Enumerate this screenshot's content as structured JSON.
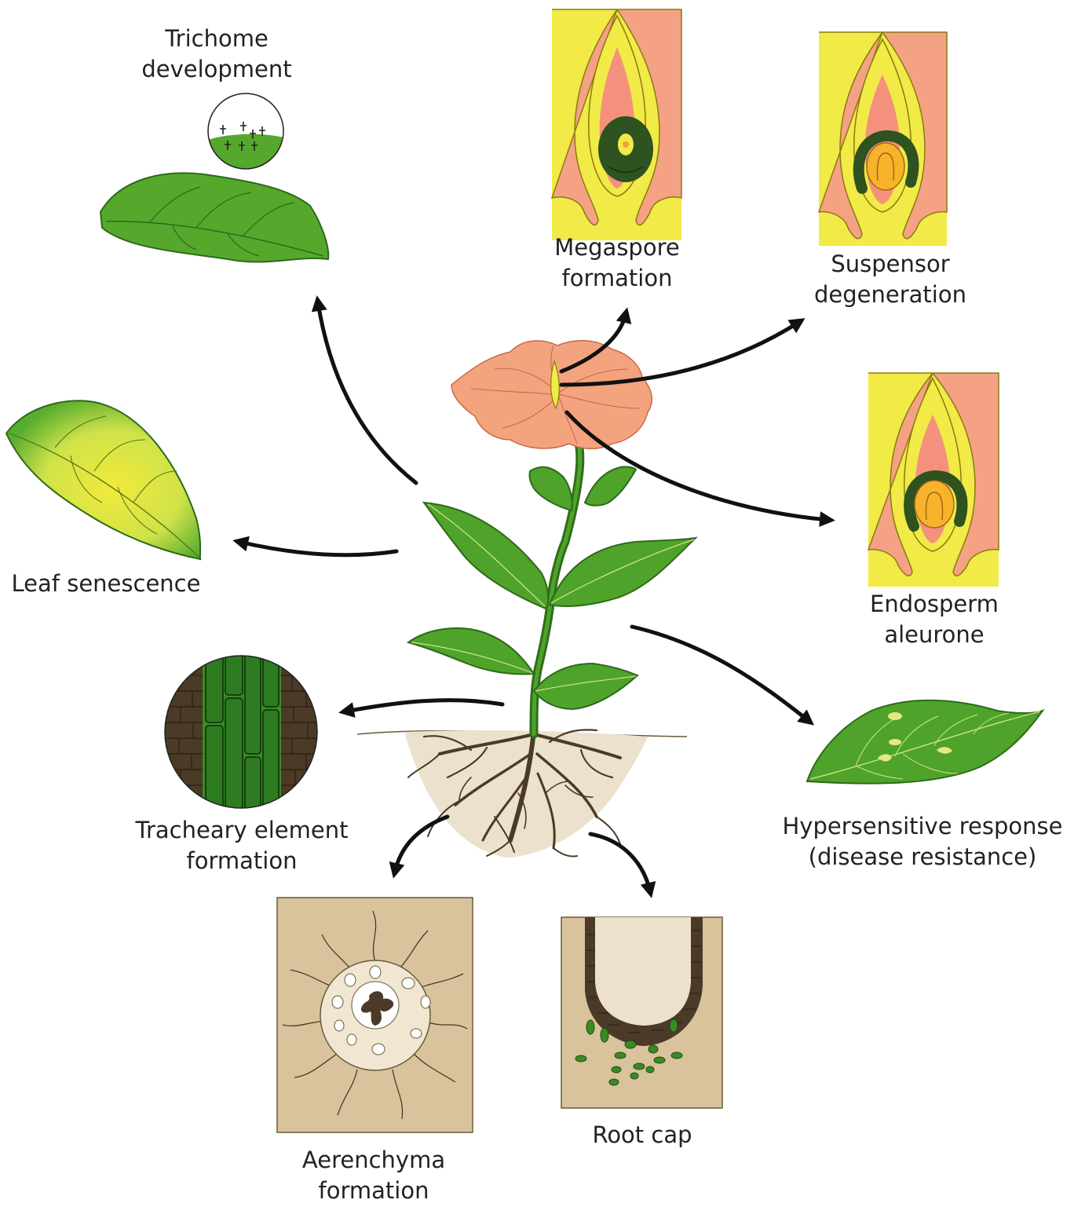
{
  "labels": {
    "trichome": [
      "Trichome",
      "development"
    ],
    "megaspore": [
      "Megaspore",
      "formation"
    ],
    "suspensor": [
      "Suspensor",
      "degeneration"
    ],
    "endosperm": [
      "Endosperm",
      "aleurone"
    ],
    "leaf_senescence": [
      "Leaf senescence"
    ],
    "tracheary": [
      "Tracheary element",
      "formation"
    ],
    "hypersensitive": [
      "Hypersensitive response",
      "(disease resistance)"
    ],
    "aerenchyma": [
      "Aerenchyma",
      "formation"
    ],
    "root_cap": [
      "Root cap"
    ]
  },
  "colors": {
    "leaf_green": "#4fa32a",
    "leaf_dark": "#2f6e1a",
    "petal": "#f4a37f",
    "ovule_yellow": "#f1ea47",
    "ovule_salmon": "#f49a83",
    "soil": "#d8c39c",
    "root_brown": "#4b3a28",
    "arrow": "#111111"
  }
}
